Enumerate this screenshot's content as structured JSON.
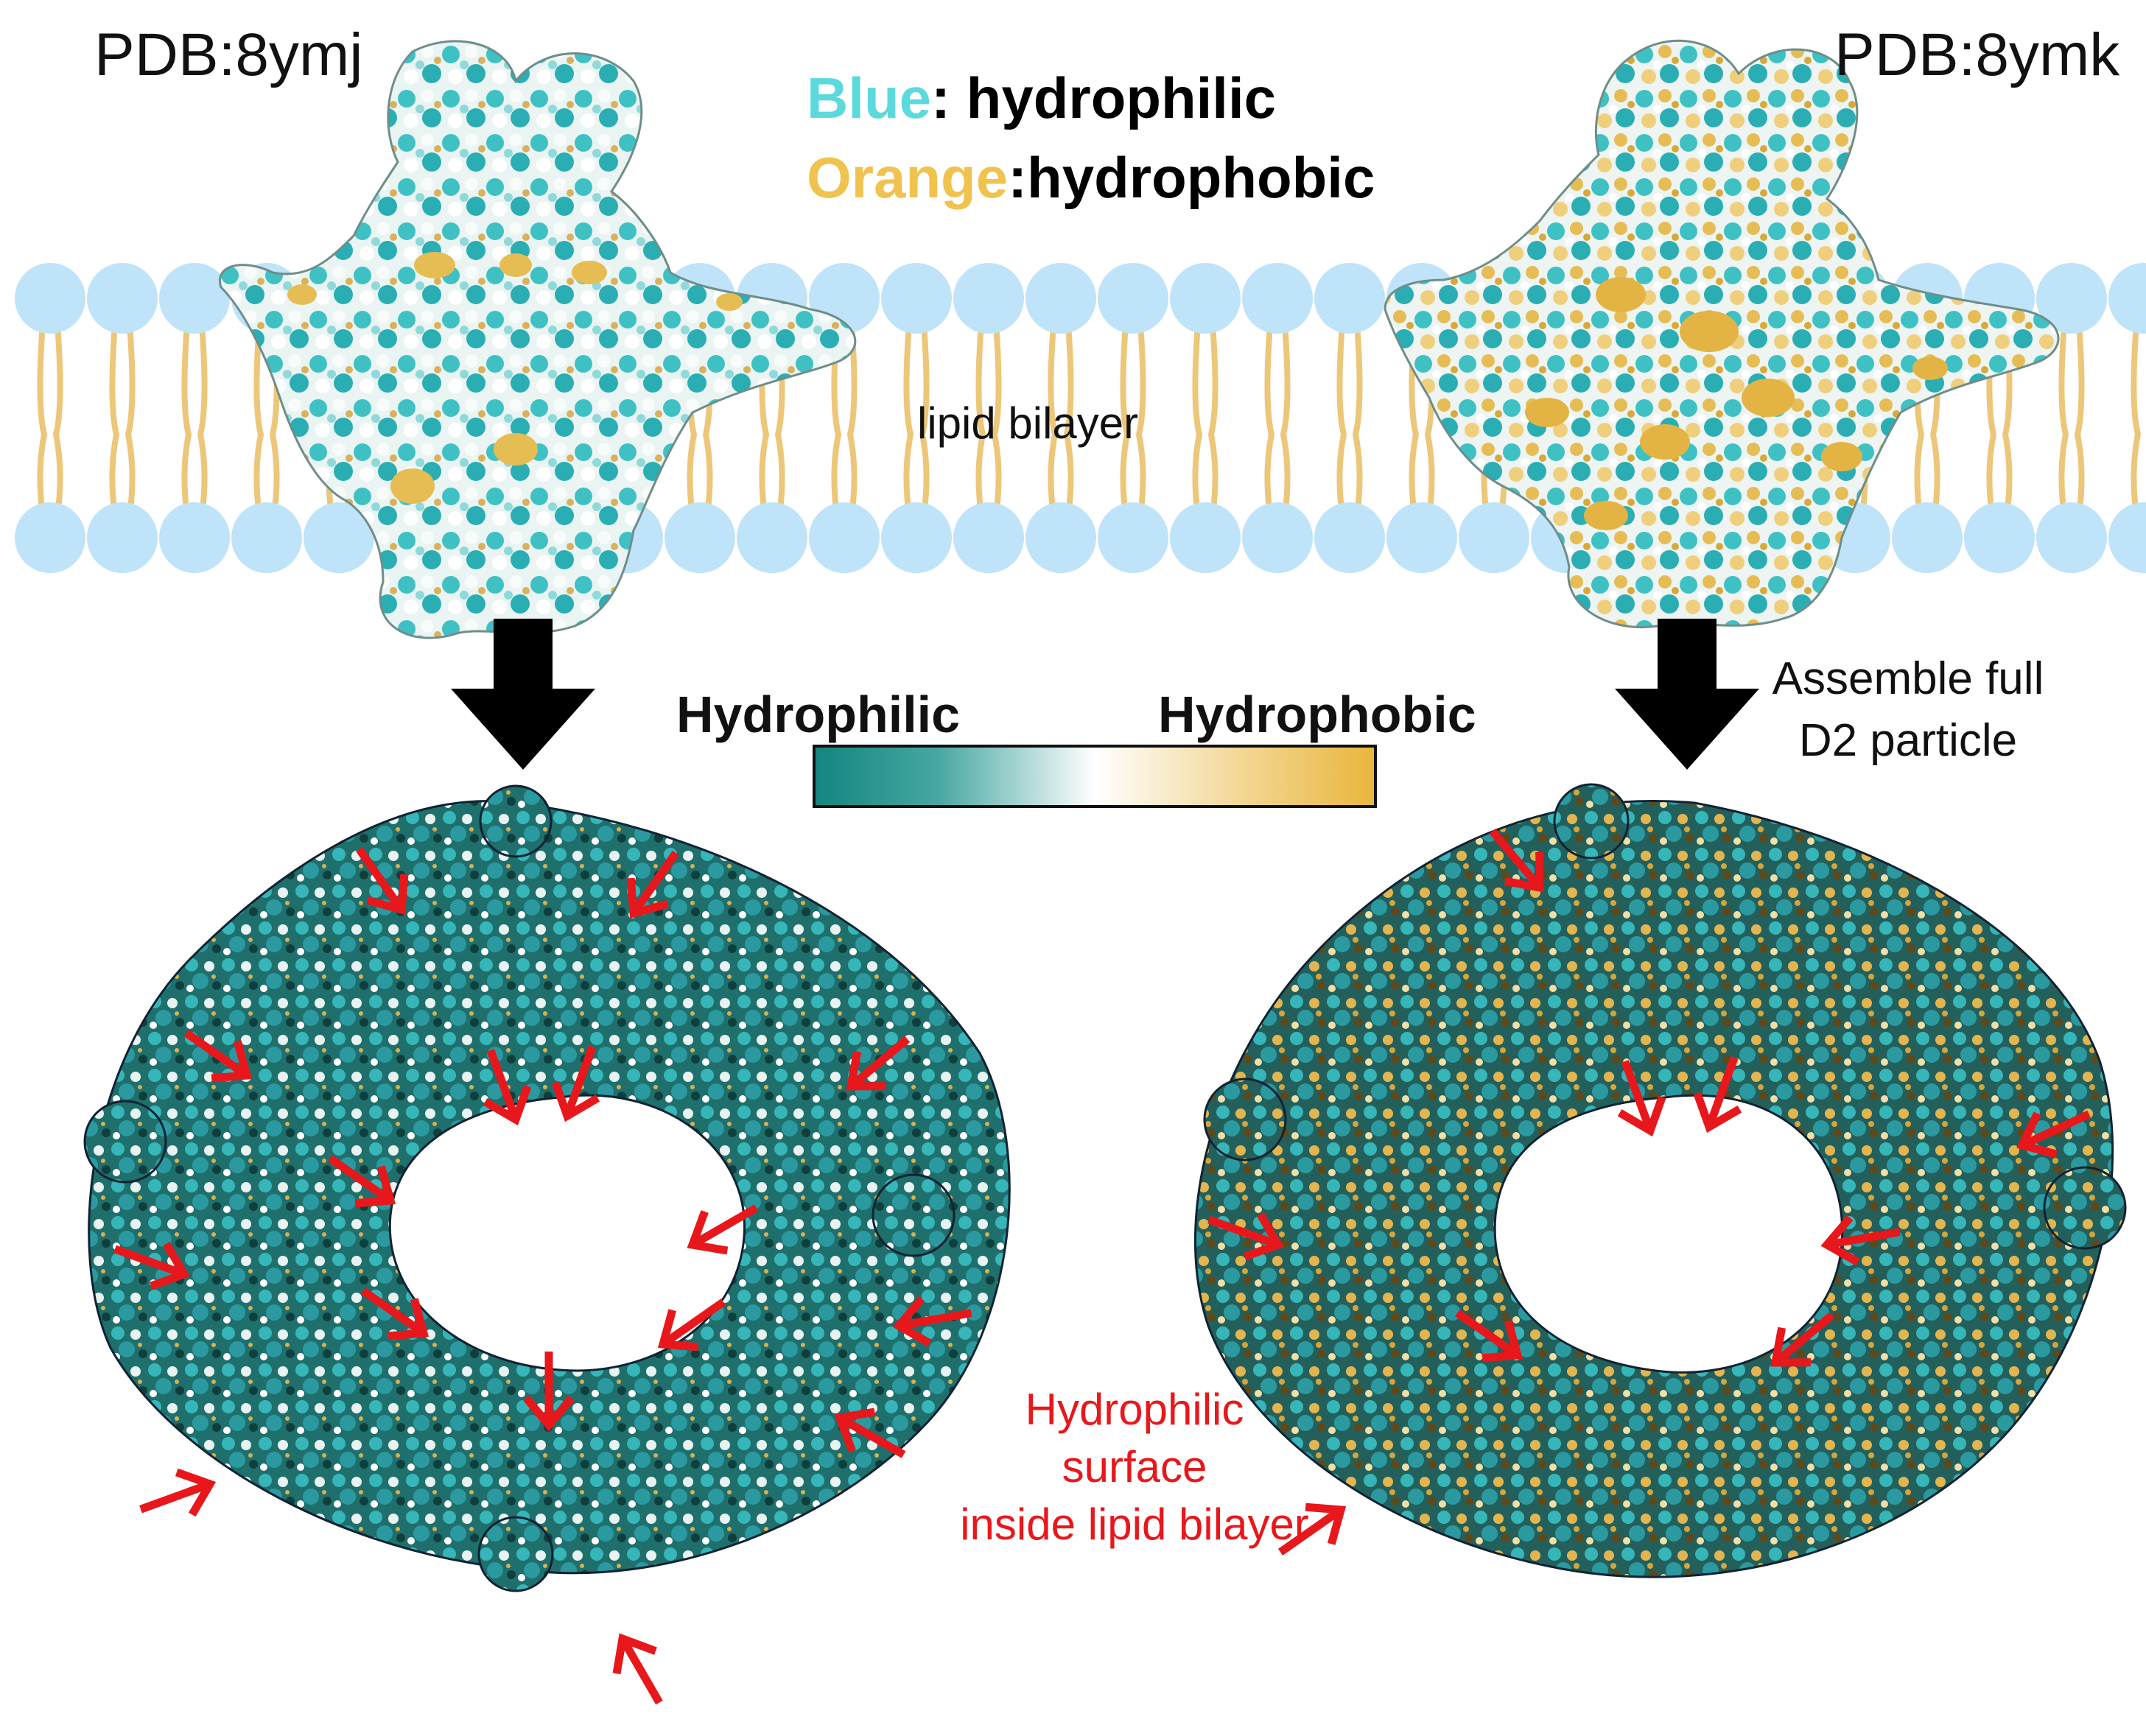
{
  "labels": {
    "left_pdb": "PDB:8ymj",
    "right_pdb": "PDB:8ymk",
    "legend_blue_word": "Blue",
    "legend_blue_rest": ": hydrophilic",
    "legend_orange_word": "Orange",
    "legend_orange_rest": ":hydrophobic",
    "bilayer": "lipid bilayer",
    "scale_left": "Hydrophilic",
    "scale_right": "Hydrophobic",
    "assemble_line1": "Assemble full",
    "assemble_line2": "D2 particle",
    "note_line1": "Hydrophilic",
    "note_line2": "surface",
    "note_line3": "inside lipid bilayer"
  },
  "colors": {
    "lipid_head": "#bfe3f8",
    "lipid_tail": "#ecc77a",
    "hydrophilic": "#18908c",
    "hydrophilic_light": "#5cd0d4",
    "neutral": "#f4f8f6",
    "hydrophobic": "#e9bb4a",
    "legend_blue_text": "#5cd9dc",
    "legend_orange_text": "#f0c24e",
    "arrow_black": "#000000",
    "arrow_red": "#e8171b"
  },
  "icons": {
    "down_arrow": "thick-down-arrow-icon",
    "pointer_arrow": "chevron-arrow-icon"
  }
}
